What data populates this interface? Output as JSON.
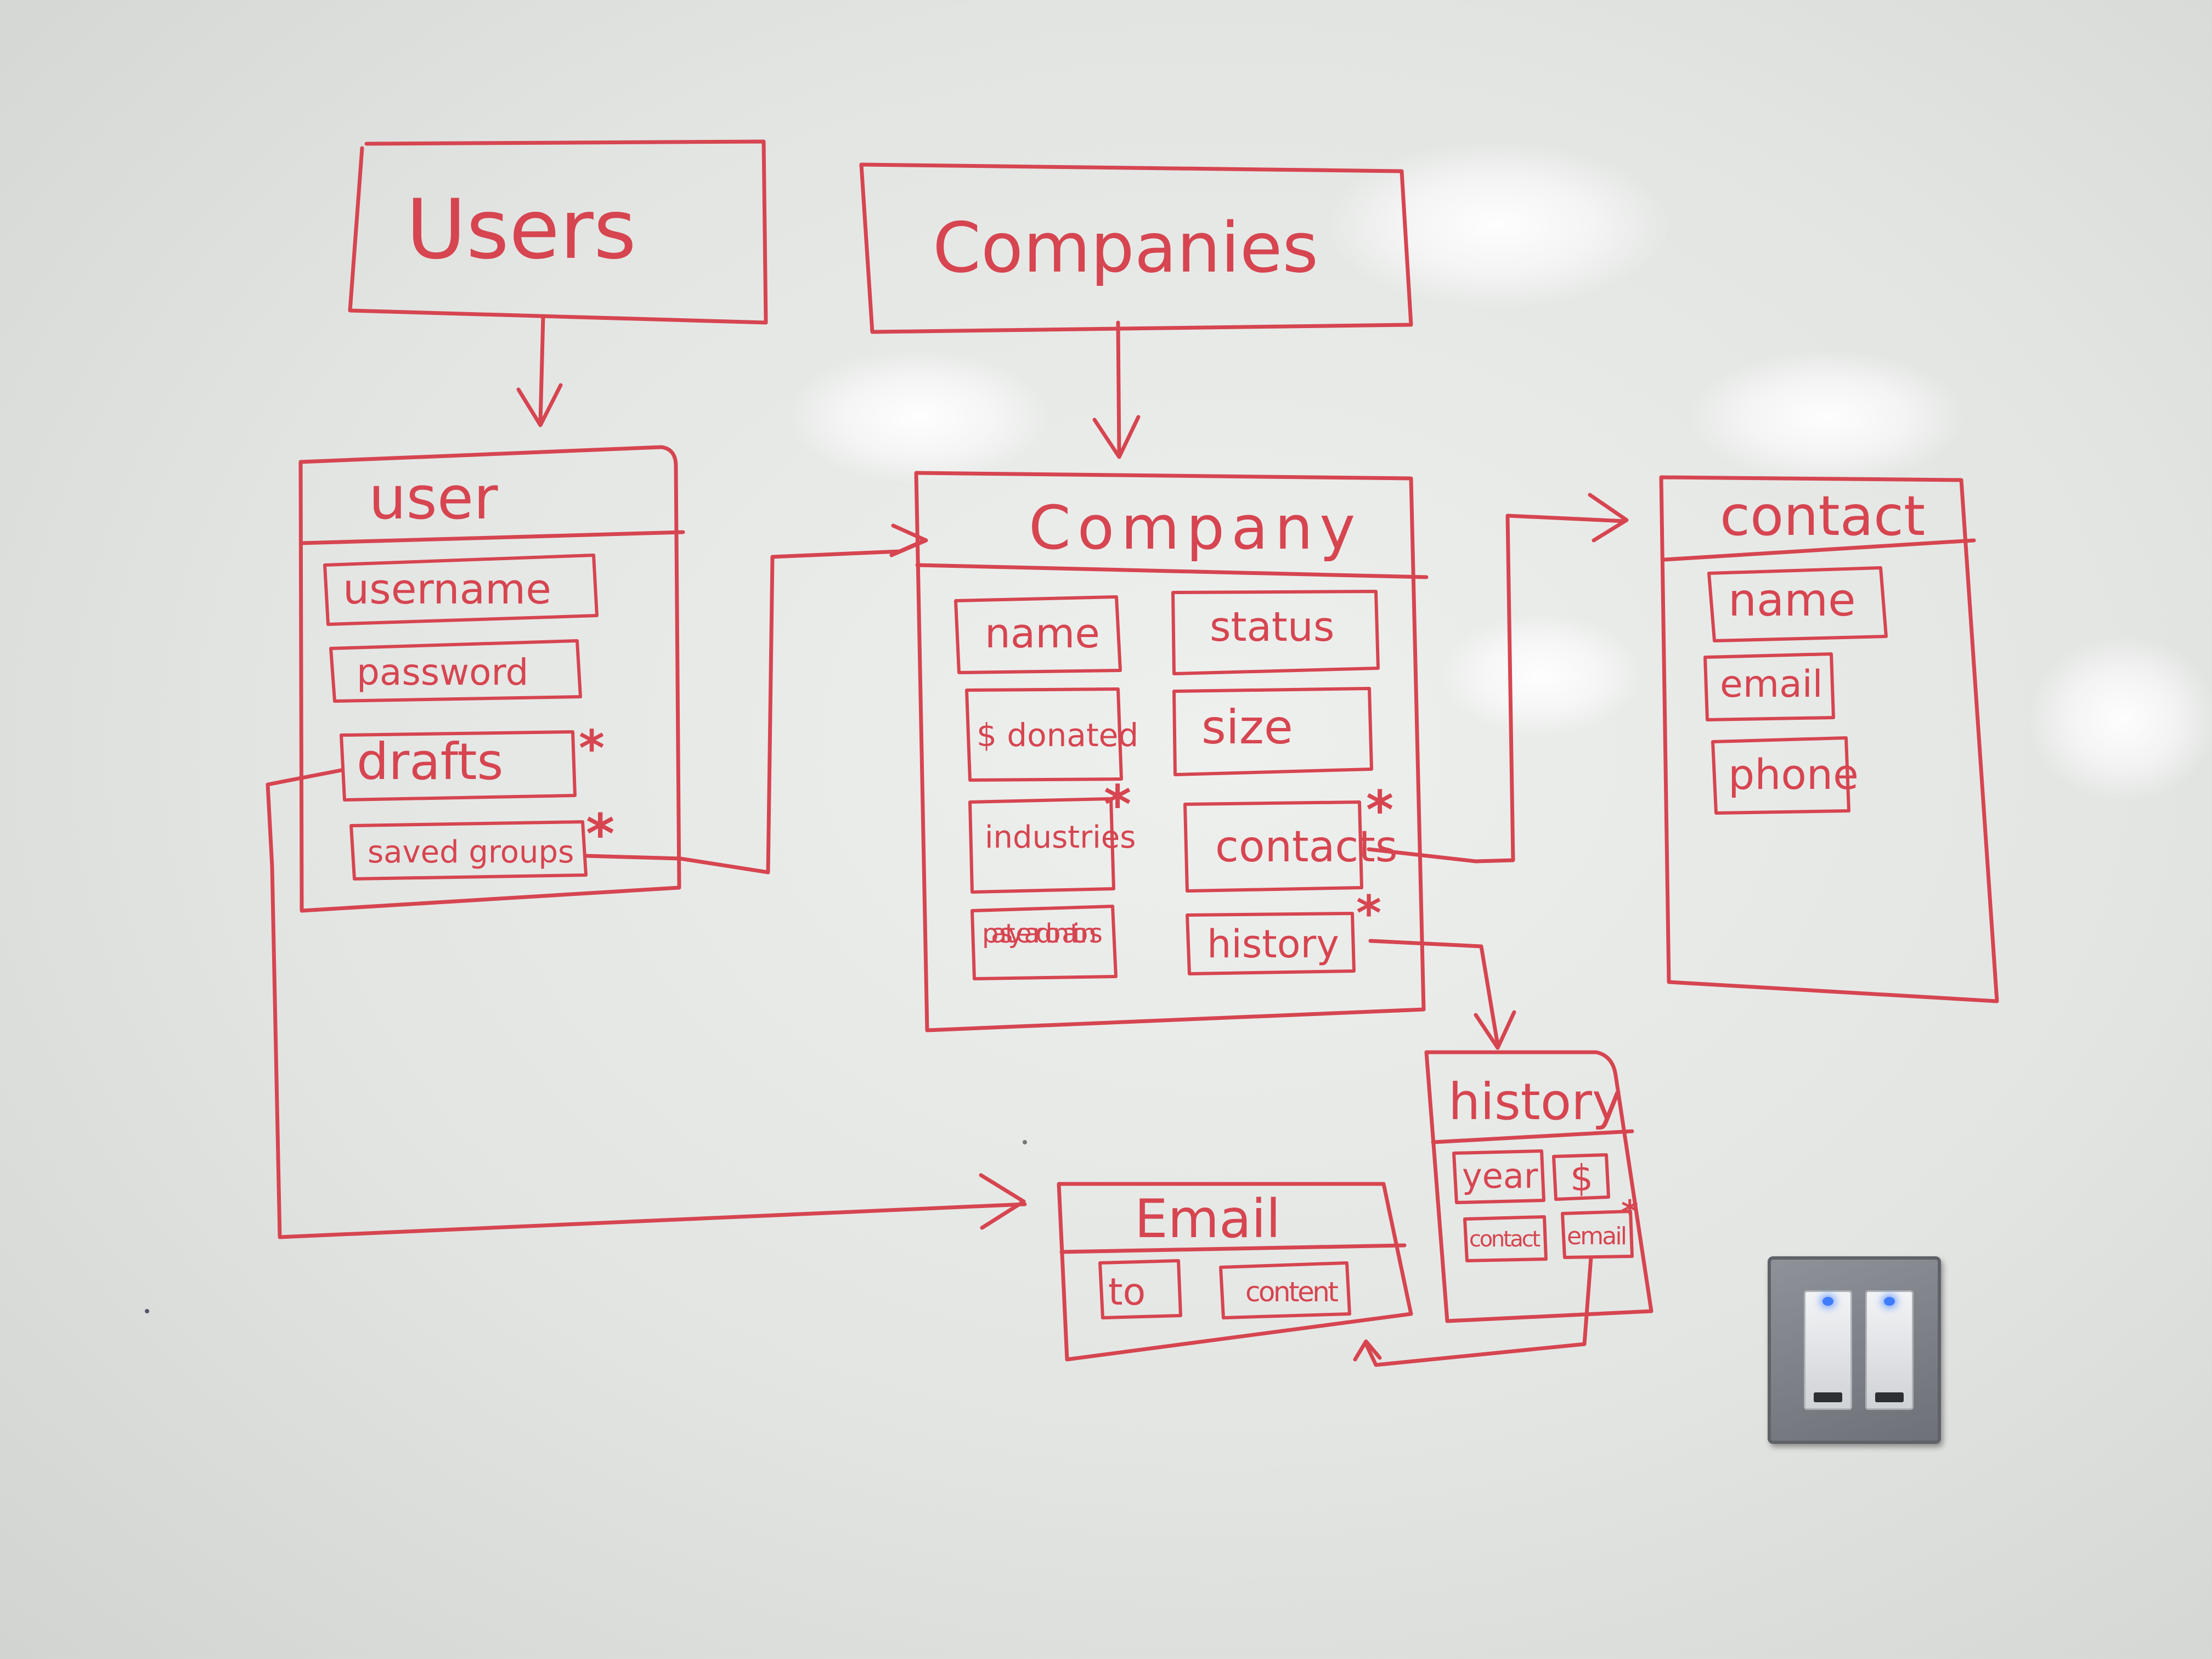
{
  "boxes": {
    "users": "Users",
    "companies": "Companies",
    "user": {
      "title": "user",
      "fields": [
        "username",
        "password",
        "drafts",
        "saved groups"
      ]
    },
    "company": {
      "title": "Company",
      "fields": [
        "name",
        "status",
        "$ donated",
        "size",
        "industries",
        "contacts",
        "past year donations",
        "history"
      ]
    },
    "contact": {
      "title": "contact",
      "fields": [
        "name",
        "email",
        "phone"
      ]
    },
    "history": {
      "title": "history",
      "fields": [
        "year",
        "$",
        "contact",
        "email"
      ]
    },
    "email": {
      "title": "Email",
      "fields": [
        "to",
        "content"
      ]
    }
  },
  "marks": {
    "asterisk": "*"
  },
  "ink_color": "#d64550"
}
